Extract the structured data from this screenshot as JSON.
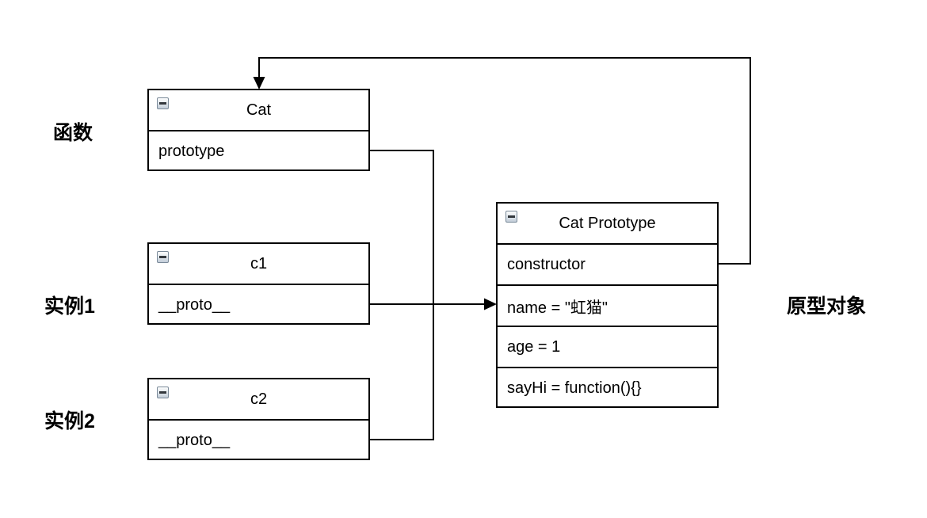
{
  "diagram": {
    "background_color": "#ffffff",
    "stroke_color": "#000000"
  },
  "labels": {
    "function": {
      "text": "函数"
    },
    "instance1": {
      "text": "实例1"
    },
    "instance2": {
      "text": "实例2"
    },
    "prototype_object": {
      "text": "原型对象"
    }
  },
  "boxes": {
    "cat": {
      "title": "Cat",
      "collapse_icon": "minus-icon",
      "rows": [
        "prototype"
      ]
    },
    "c1": {
      "title": "c1",
      "collapse_icon": "minus-icon",
      "rows": [
        "__proto__"
      ]
    },
    "c2": {
      "title": "c2",
      "collapse_icon": "minus-icon",
      "rows": [
        "__proto__"
      ]
    },
    "cat_prototype": {
      "title": "Cat Prototype",
      "collapse_icon": "minus-icon",
      "rows": [
        "constructor",
        "name = \"虹猫\"",
        "age = 1",
        "sayHi = function(){}"
      ]
    }
  },
  "connectors": {
    "proto_chain": "Cat.prototype / c1.__proto__ / c2.__proto__ → Cat Prototype",
    "constructor_loop": "Cat Prototype.constructor → Cat"
  }
}
